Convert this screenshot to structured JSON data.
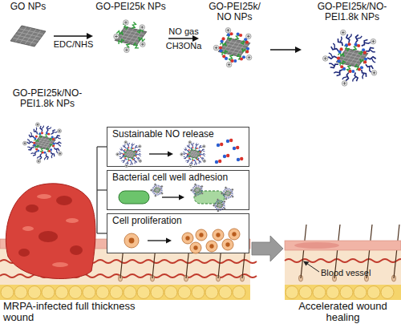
{
  "diagram": {
    "nodes": [
      {
        "text": [
          "GO NPs"
        ]
      },
      {
        "text": [
          "GO-PEI25k NPs"
        ]
      },
      {
        "text": [
          "GO-PEI25k/ NO NPs"
        ]
      },
      {
        "text": [
          "GO-PEI25k/NO-PEI1.8k NPs"
        ]
      },
      {
        "text": [
          "GO-PEI25k/NO-PEI1.8k NPs"
        ]
      },
      {
        "text": [
          "Sustainable NO release"
        ]
      },
      {
        "text": [
          "Bacterial cell well adhesion"
        ]
      },
      {
        "text": [
          "Cell proliferation"
        ]
      },
      {
        "text": [
          "MRPA-infected full thickness wound"
        ]
      },
      {
        "text": [
          "Accelerated wound healing"
        ]
      }
    ],
    "edges": [
      {
        "from": 0,
        "to": 1,
        "arrow": "to",
        "label": "EDC/NHS"
      },
      {
        "from": 1,
        "to": 2,
        "arrow": "to"
      },
      {
        "from": 2,
        "to": 3,
        "arrow": "to"
      },
      {
        "from": 8,
        "to": 9,
        "arrow": "to"
      }
    ],
    "labels": [
      "NO gas",
      "CH3ONa",
      "Blood vessel"
    ]
  }
}
